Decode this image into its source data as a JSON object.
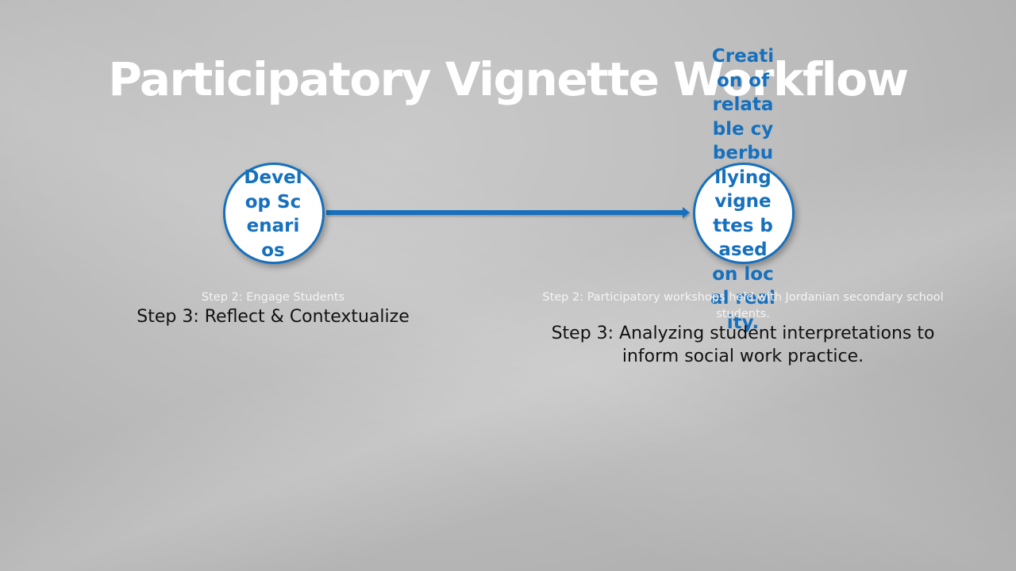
{
  "slide": {
    "title": "Participatory Vignette Workflow"
  },
  "nodes": [
    {
      "label": "Develop Scenarios",
      "caption": "Step 2: Engage Students",
      "note": "Step 3: Reflect & Contextualize"
    },
    {
      "label": "Creation of relatable cyberbullying vignettes based on local reality.",
      "caption": "Step 2: Participatory workshops held with Jordanian secondary school students.",
      "note": "Step 3: Analyzing student interpretations to inform social work practice."
    }
  ],
  "colors": {
    "accent": "#1670bd",
    "title": "#ffffff",
    "background": "#bdbdbd"
  }
}
